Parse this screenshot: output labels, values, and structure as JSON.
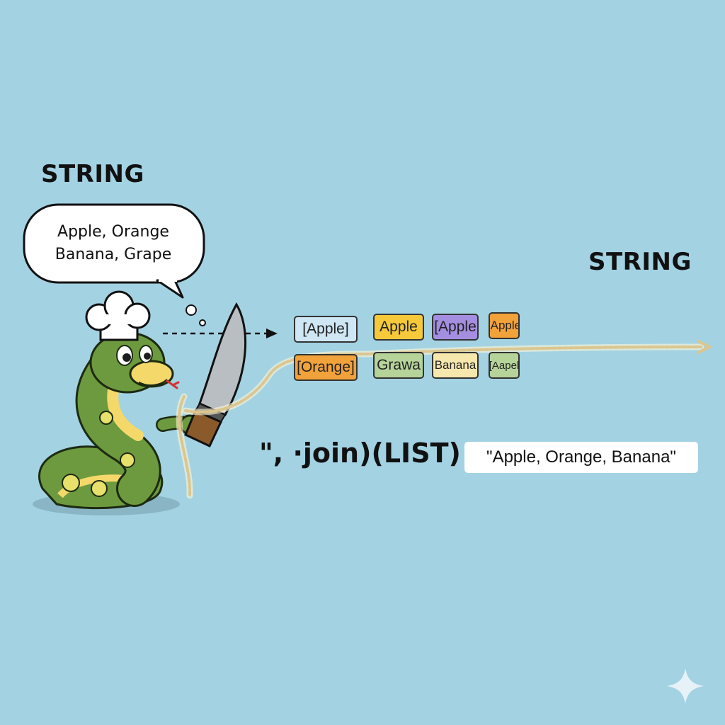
{
  "headings": {
    "left": "STRING",
    "right": "STRING"
  },
  "speech_bubble": {
    "line1": "Apple, Orange",
    "line2": "Banana, Grape"
  },
  "chips": {
    "top": [
      "[Apple]",
      "Apple",
      "[Apple",
      "[Apple"
    ],
    "bottom": [
      "[Orange]",
      "Grawa",
      "Banana",
      "[Aapel"
    ]
  },
  "code": "\", ·join)(LIST)",
  "result": "\"Apple, Orange, Banana\"",
  "colors": {
    "background": "#a3d2e3",
    "chip_blue": "#cfe6f4",
    "chip_yellow": "#f6c93a",
    "chip_purple": "#a48ee0",
    "chip_orange": "#f2a23a",
    "chip_green": "#b6d49a",
    "chip_cream": "#f6e7ad",
    "snake_body": "#6d9a3e",
    "snake_belly": "#f4d96a",
    "rope": "#f2e2b8"
  },
  "icons": [
    "snake-chef-illustration",
    "chef-hat-icon",
    "knife-icon",
    "rope-arrow-icon",
    "sparkle-icon"
  ]
}
